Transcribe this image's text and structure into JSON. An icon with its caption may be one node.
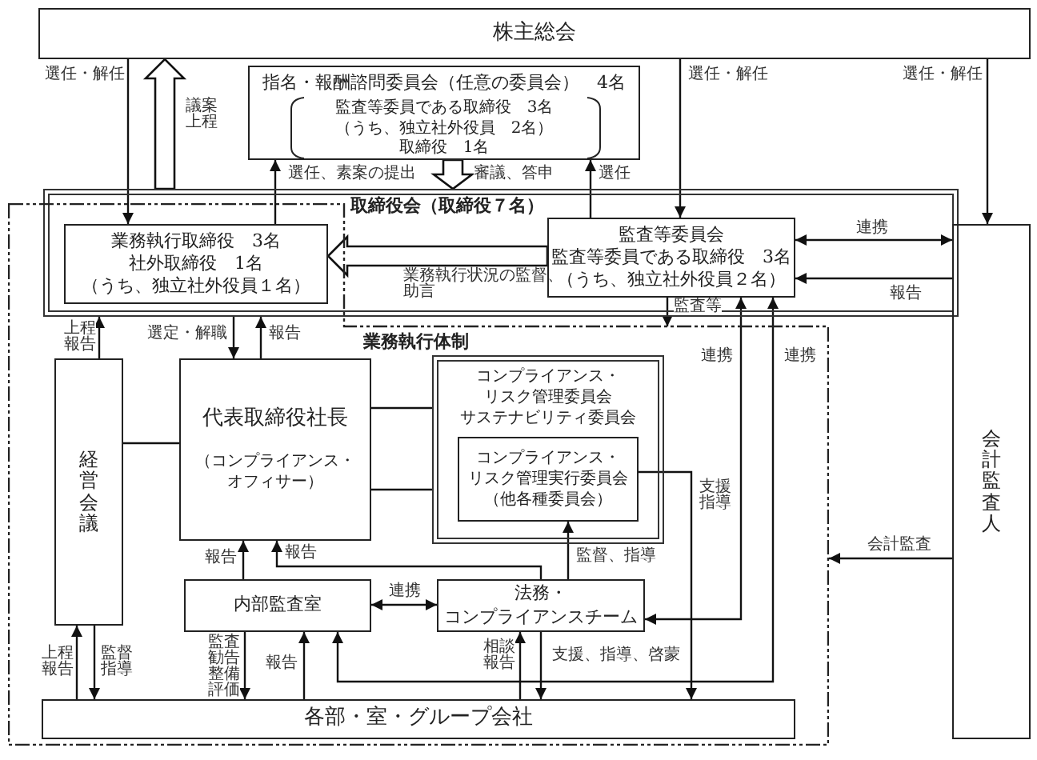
{
  "diagram": {
    "nodes": [
      {
        "text": [
          "株主総会"
        ]
      },
      {
        "text": [
          "指名・報酬諮問委員会（任意の委員会）　4名",
          "監査等委員である取締役　3名",
          "（うち、独立社外役員　2名）",
          "取締役　1名"
        ]
      },
      {
        "text": [
          "取締役会（取締役７名）"
        ]
      },
      {
        "text": [
          "業務執行取締役　3名",
          "社外取締役　1名",
          "（うち、独立社外役員１名）"
        ]
      },
      {
        "text": [
          "監査等委員会",
          "監査等委員である取締役　3名",
          "（うち、独立社外役員２名）"
        ],
        "in": 2
      },
      {
        "text": [
          "業務執行体制"
        ]
      },
      {
        "text": [
          "経営会議"
        ],
        "in": 5
      },
      {
        "text": [
          "代表取締役社長",
          "（コンプライアンス・オフィサー）"
        ],
        "in": 5
      },
      {
        "text": [
          "コンプライアンス・リスク管理委員会",
          "サステナビリティ委員会"
        ],
        "in": 5
      },
      {
        "text": [
          "コンプライアンス・リスク管理実行委員会",
          "（他各種委員会）"
        ],
        "in": 8
      },
      {
        "text": [
          "内部監査室"
        ],
        "in": 5
      },
      {
        "text": [
          "法務・コンプライアンスチーム"
        ],
        "in": 5
      },
      {
        "text": [
          "各部・室・グループ会社"
        ],
        "in": 5
      },
      {
        "text": [
          "会計監査人"
        ]
      }
    ],
    "edges": [
      {
        "from": 0,
        "to": 3,
        "arrow": "to",
        "label": "選任・解任"
      },
      {
        "from": 2,
        "to": 0,
        "arrow": "to",
        "label": "議案上程",
        "style": "thick"
      },
      {
        "from": 3,
        "to": 1,
        "arrow": "to",
        "label": "選任、素案の提出"
      },
      {
        "from": 1,
        "to": 2,
        "arrow": "to",
        "label": "審議、答申",
        "style": "thick"
      },
      {
        "from": 4,
        "to": 1,
        "arrow": "to",
        "label": "選任"
      },
      {
        "from": 0,
        "to": 4,
        "arrow": "to",
        "label": "選任・解任"
      },
      {
        "from": 0,
        "to": 13,
        "arrow": "to",
        "label": "選任・解任"
      },
      {
        "from": 4,
        "to": 3,
        "arrow": "to",
        "label": "業務執行状況の監督、助言",
        "style": "thick"
      },
      {
        "from": 4,
        "to": 13,
        "arrow": "both",
        "label": "連携"
      },
      {
        "from": 13,
        "to": 4,
        "arrow": "to",
        "label": "報告"
      },
      {
        "from": 4,
        "to": 5,
        "arrow": "to",
        "label": "監査等"
      },
      {
        "from": 4,
        "to": 11,
        "arrow": "both",
        "label": "連携"
      },
      {
        "from": 4,
        "to": 10,
        "arrow": "both",
        "label": "連携"
      },
      {
        "from": 7,
        "to": 8,
        "arrow": "none"
      },
      {
        "from": 7,
        "to": 8,
        "arrow": "none"
      },
      {
        "from": 6,
        "to": 7,
        "arrow": "none"
      },
      {
        "from": 6,
        "to": 2,
        "arrow": "to",
        "label": "上程報告"
      },
      {
        "from": 2,
        "to": 7,
        "arrow": "to",
        "label": "選定・解職"
      },
      {
        "from": 7,
        "to": 2,
        "arrow": "to",
        "label": "報告"
      },
      {
        "from": 10,
        "to": 7,
        "arrow": "to",
        "label": "報告"
      },
      {
        "from": 11,
        "to": 7,
        "arrow": "to",
        "label": "報告"
      },
      {
        "from": 11,
        "to": 9,
        "arrow": "to",
        "label": "監督、指導"
      },
      {
        "from": 9,
        "to": 12,
        "arrow": "to",
        "label": "支援指導"
      },
      {
        "from": 11,
        "to": 12,
        "arrow": "to",
        "label": "支援、指導、啓蒙"
      },
      {
        "from": 10,
        "to": 11,
        "arrow": "both",
        "label": "連携"
      },
      {
        "from": 10,
        "to": 12,
        "arrow": "to",
        "label": "監査勧告整備評価"
      },
      {
        "from": 12,
        "to": 10,
        "arrow": "to",
        "label": "報告"
      },
      {
        "from": 12,
        "to": 11,
        "arrow": "to",
        "label": "相談報告"
      },
      {
        "from": 12,
        "to": 6,
        "arrow": "to",
        "label": "上程報告"
      },
      {
        "from": 6,
        "to": 12,
        "arrow": "to",
        "label": "監督指導"
      },
      {
        "from": 13,
        "to": 5,
        "arrow": "to",
        "label": "会計監査"
      }
    ]
  }
}
